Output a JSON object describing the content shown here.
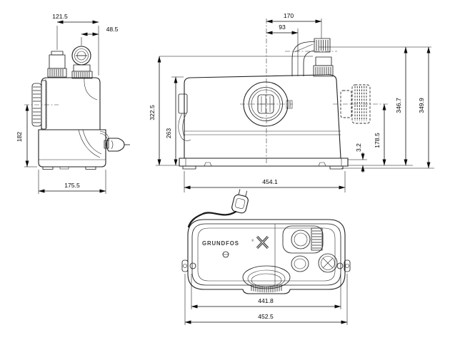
{
  "document": {
    "type": "technical dimensional drawing",
    "views": [
      "side view",
      "front view",
      "top view"
    ],
    "units": "mm",
    "line_color": "#1f1f1f",
    "background": "#ffffff"
  },
  "logo": {
    "brand": "GRUNDFOS",
    "registered": "®"
  },
  "dims": {
    "side": {
      "width_top": "121.5",
      "outlet_offset": "48.5",
      "inlet_height": "182",
      "depth": "175.5"
    },
    "front": {
      "connection_span": "170",
      "outlet_offset": "93",
      "tank_height": "322.5",
      "body_height": "263",
      "base_gap": "3.2",
      "side_inlet_height": "178.5",
      "height_to_base": "346.7",
      "total_height": "349.9",
      "length": "454.1"
    },
    "top": {
      "body_length": "441.8",
      "overall_length": "452.5"
    }
  }
}
